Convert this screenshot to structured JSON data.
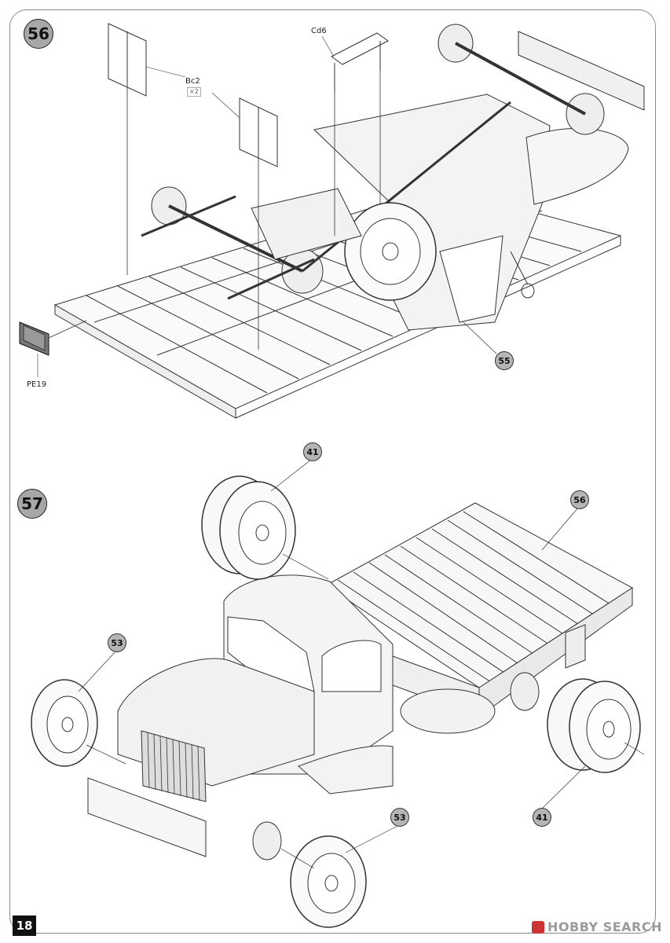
{
  "page": {
    "number": "18"
  },
  "steps": [
    {
      "id": "step-56",
      "label": "56"
    },
    {
      "id": "step-57",
      "label": "57"
    }
  ],
  "parts": {
    "bc2": {
      "label": "Bc2",
      "qty": "×2"
    },
    "cd6": {
      "label": "Cd6"
    },
    "pe19": {
      "label": "PE19"
    }
  },
  "refs": {
    "r55": "55",
    "r41_top": "41",
    "r56": "56",
    "r53_left": "53",
    "r53_bottom": "53",
    "r41_right": "41"
  },
  "watermark": {
    "text": "HOBBY SEARCH"
  }
}
